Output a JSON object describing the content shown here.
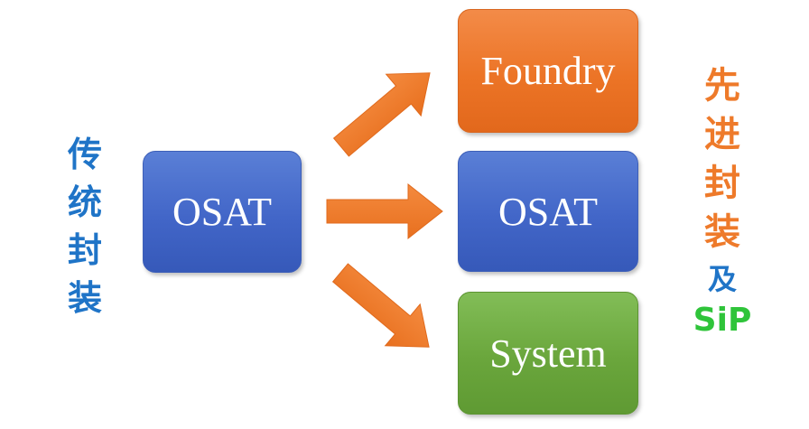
{
  "left_label": [
    "传",
    "统",
    "封",
    "装"
  ],
  "right_label": {
    "chars": [
      "先",
      "进",
      "封",
      "装"
    ],
    "conjunction": "及",
    "tail": "SiP"
  },
  "boxes": {
    "source": "OSAT",
    "foundry": "Foundry",
    "osat": "OSAT",
    "system": "System"
  },
  "colors": {
    "blue_box": "#4266c8",
    "orange_box": "#ec7426",
    "green_box": "#6aa63c",
    "arrow": "#ef7d31",
    "left_label": "#1f74c7",
    "right_label": "#ee7a2a",
    "sip": "#2fc43a"
  }
}
